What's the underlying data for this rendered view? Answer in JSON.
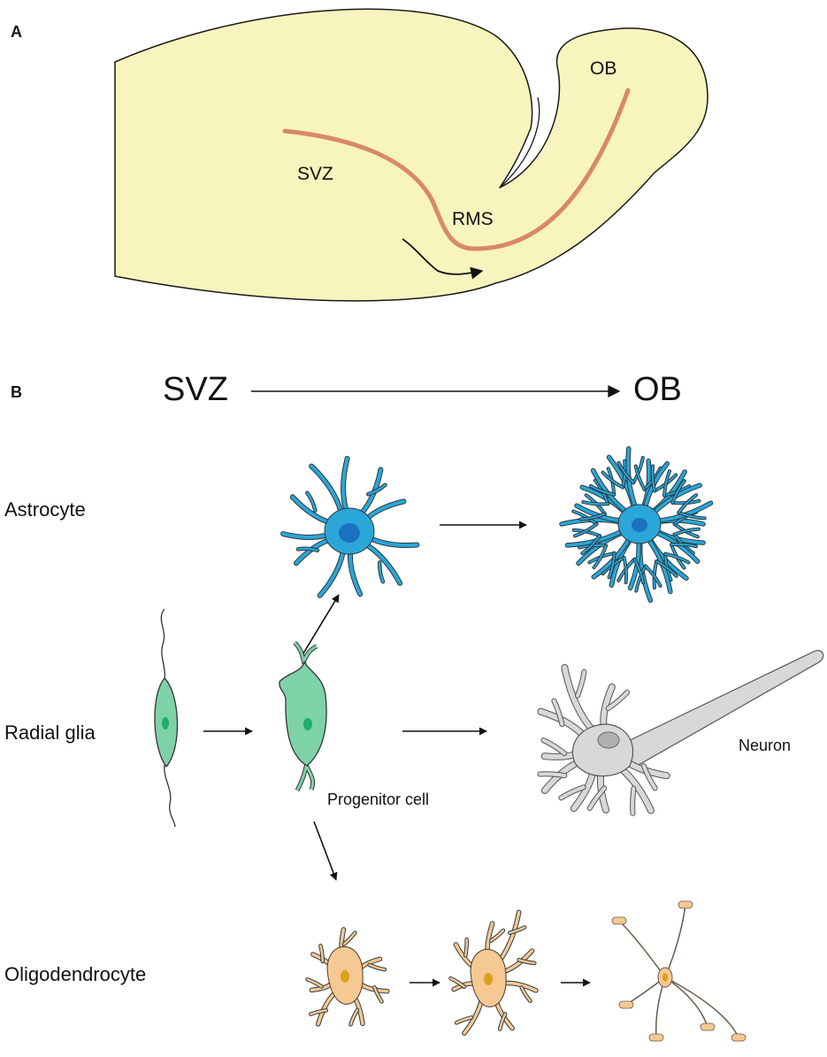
{
  "panel_a": {
    "letter": "A",
    "labels": {
      "svz": "SVZ",
      "rms": "RMS",
      "ob": "OB"
    }
  },
  "panel_b": {
    "letter": "B",
    "flow": {
      "from": "SVZ",
      "to": "OB"
    },
    "row_labels": {
      "astrocyte": "Astrocyte",
      "radial_glia": "Radial glia",
      "oligodendrocyte": "Oligodendrocyte"
    },
    "cell_labels": {
      "progenitor": "Progenitor cell",
      "neuron": "Neuron"
    }
  },
  "colors": {
    "brain_fill": "#f7f4bd",
    "migration_stream": "#d9886a",
    "astrocyte": "#2aa6d8",
    "astrocyte_nucleus": "#1a72c0",
    "radial_glia": "#7ed2a8",
    "radial_glia_nucleus": "#1fb06a",
    "neuron": "#d8d8d8",
    "neuron_nucleus": "#b0b0b0",
    "oligodendrocyte": "#f6c892",
    "oligodendrocyte_nucleus": "#d9a21b"
  }
}
